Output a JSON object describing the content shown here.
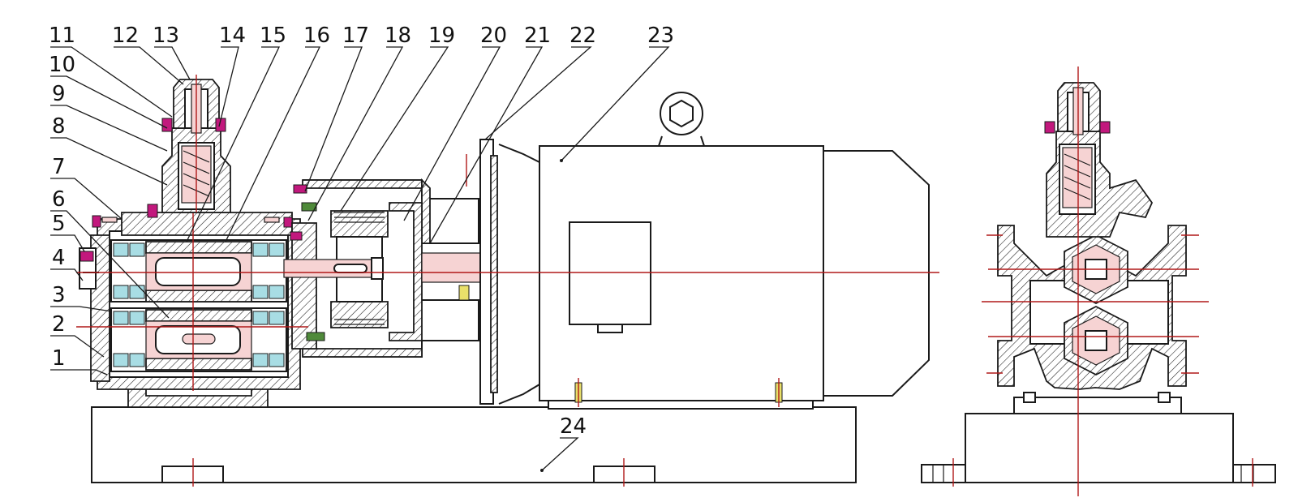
{
  "part_labels": [
    {
      "id": "p1",
      "text": "1"
    },
    {
      "id": "p2",
      "text": "2"
    },
    {
      "id": "p3",
      "text": "3"
    },
    {
      "id": "p4",
      "text": "4"
    },
    {
      "id": "p5",
      "text": "5"
    },
    {
      "id": "p6",
      "text": "6"
    },
    {
      "id": "p7",
      "text": "7"
    },
    {
      "id": "p8",
      "text": "8"
    },
    {
      "id": "p9",
      "text": "9"
    },
    {
      "id": "p10",
      "text": "10"
    },
    {
      "id": "p11",
      "text": "11"
    },
    {
      "id": "p12",
      "text": "12"
    },
    {
      "id": "p13",
      "text": "13"
    },
    {
      "id": "p14",
      "text": "14"
    },
    {
      "id": "p15",
      "text": "15"
    },
    {
      "id": "p16",
      "text": "16"
    },
    {
      "id": "p17",
      "text": "17"
    },
    {
      "id": "p18",
      "text": "18"
    },
    {
      "id": "p19",
      "text": "19"
    },
    {
      "id": "p20",
      "text": "20"
    },
    {
      "id": "p21",
      "text": "21"
    },
    {
      "id": "p22",
      "text": "22"
    },
    {
      "id": "p23",
      "text": "23"
    },
    {
      "id": "p24",
      "text": "24"
    }
  ],
  "colors": {
    "line": "#1a1a1a",
    "centerline": "#b01818",
    "shaft_fill": "#f6d3d3",
    "bearing_fill": "#a8dde4",
    "bolt_fill": "#c2187d",
    "fitting_green": "#4f8a3a",
    "grease_yellow": "#e9e06a"
  }
}
